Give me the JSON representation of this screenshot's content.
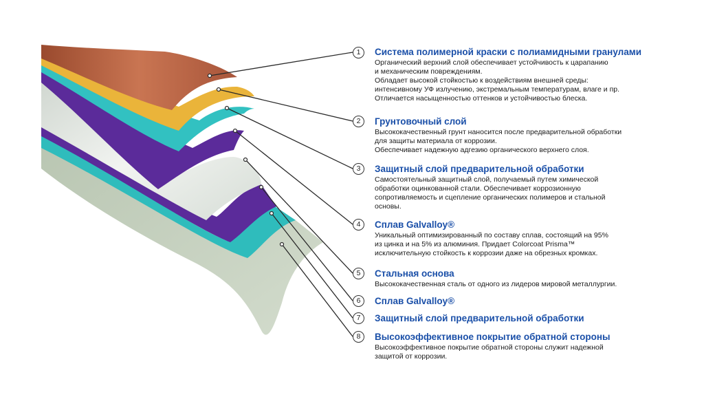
{
  "layers": [
    {
      "number": "1",
      "title": "Система полимерной краски с полиамидными гранулами",
      "desc": [
        "Органический верхний слой обеспечивает устойчивость к царапанию",
        "и механическим повреждениям.",
        "Обладает высокой стойкостью к воздействиям внешней среды:",
        "интенсивному УФ излучению, экстремальным температурам, влаге и пр.",
        "Отличается насыщенностью оттенков и устойчивостью блеска."
      ]
    },
    {
      "number": "2",
      "title": "Грунтовочный слой",
      "desc": [
        "Высококачественный грунт наносится после предварительной обработки",
        "для защиты материала от коррозии.",
        "Обеспечивает надежную адгезию органического верхнего слоя."
      ]
    },
    {
      "number": "3",
      "title": "Защитный слой предварительной обработки",
      "desc": [
        "Самостоятельный защитный слой, получаемый путем химической",
        "обработки оцинкованной стали. Обеспечивает коррозионную",
        "сопротивляемость и сцепление органических полимеров и стальной",
        "основы."
      ]
    },
    {
      "number": "4",
      "title": "Сплав Galvalloy®",
      "desc": [
        "Уникальный оптимизированный по составу сплав, состоящий на 95%",
        "из цинка и на 5% из алюминия. Придает Colorcoat Prisma™",
        "исключительную стойкость к коррозии даже на обрезных кромках."
      ]
    },
    {
      "number": "5",
      "title": "Стальная основа",
      "desc": [
        "Высококачественная сталь от одного из лидеров мировой металлургии."
      ]
    },
    {
      "number": "6",
      "title": "Сплав Galvalloy®",
      "desc": []
    },
    {
      "number": "7",
      "title": "Защитный слой предварительной обработки",
      "desc": []
    },
    {
      "number": "8",
      "title": "Высокоэффективное покрытие обратной стороны",
      "desc": [
        "Высокоэффективное покрытие обратной стороны служит надежной",
        "защитой от коррозии."
      ]
    }
  ],
  "colors": {
    "paint": "#b4603f",
    "primer": "#eab43a",
    "pretreatment": "#32c1c1",
    "galvalloy": "#5b2b9a",
    "steel": "#e1e6e1",
    "back_coat": "#c4d0bd",
    "title": "#1a4fa8"
  }
}
